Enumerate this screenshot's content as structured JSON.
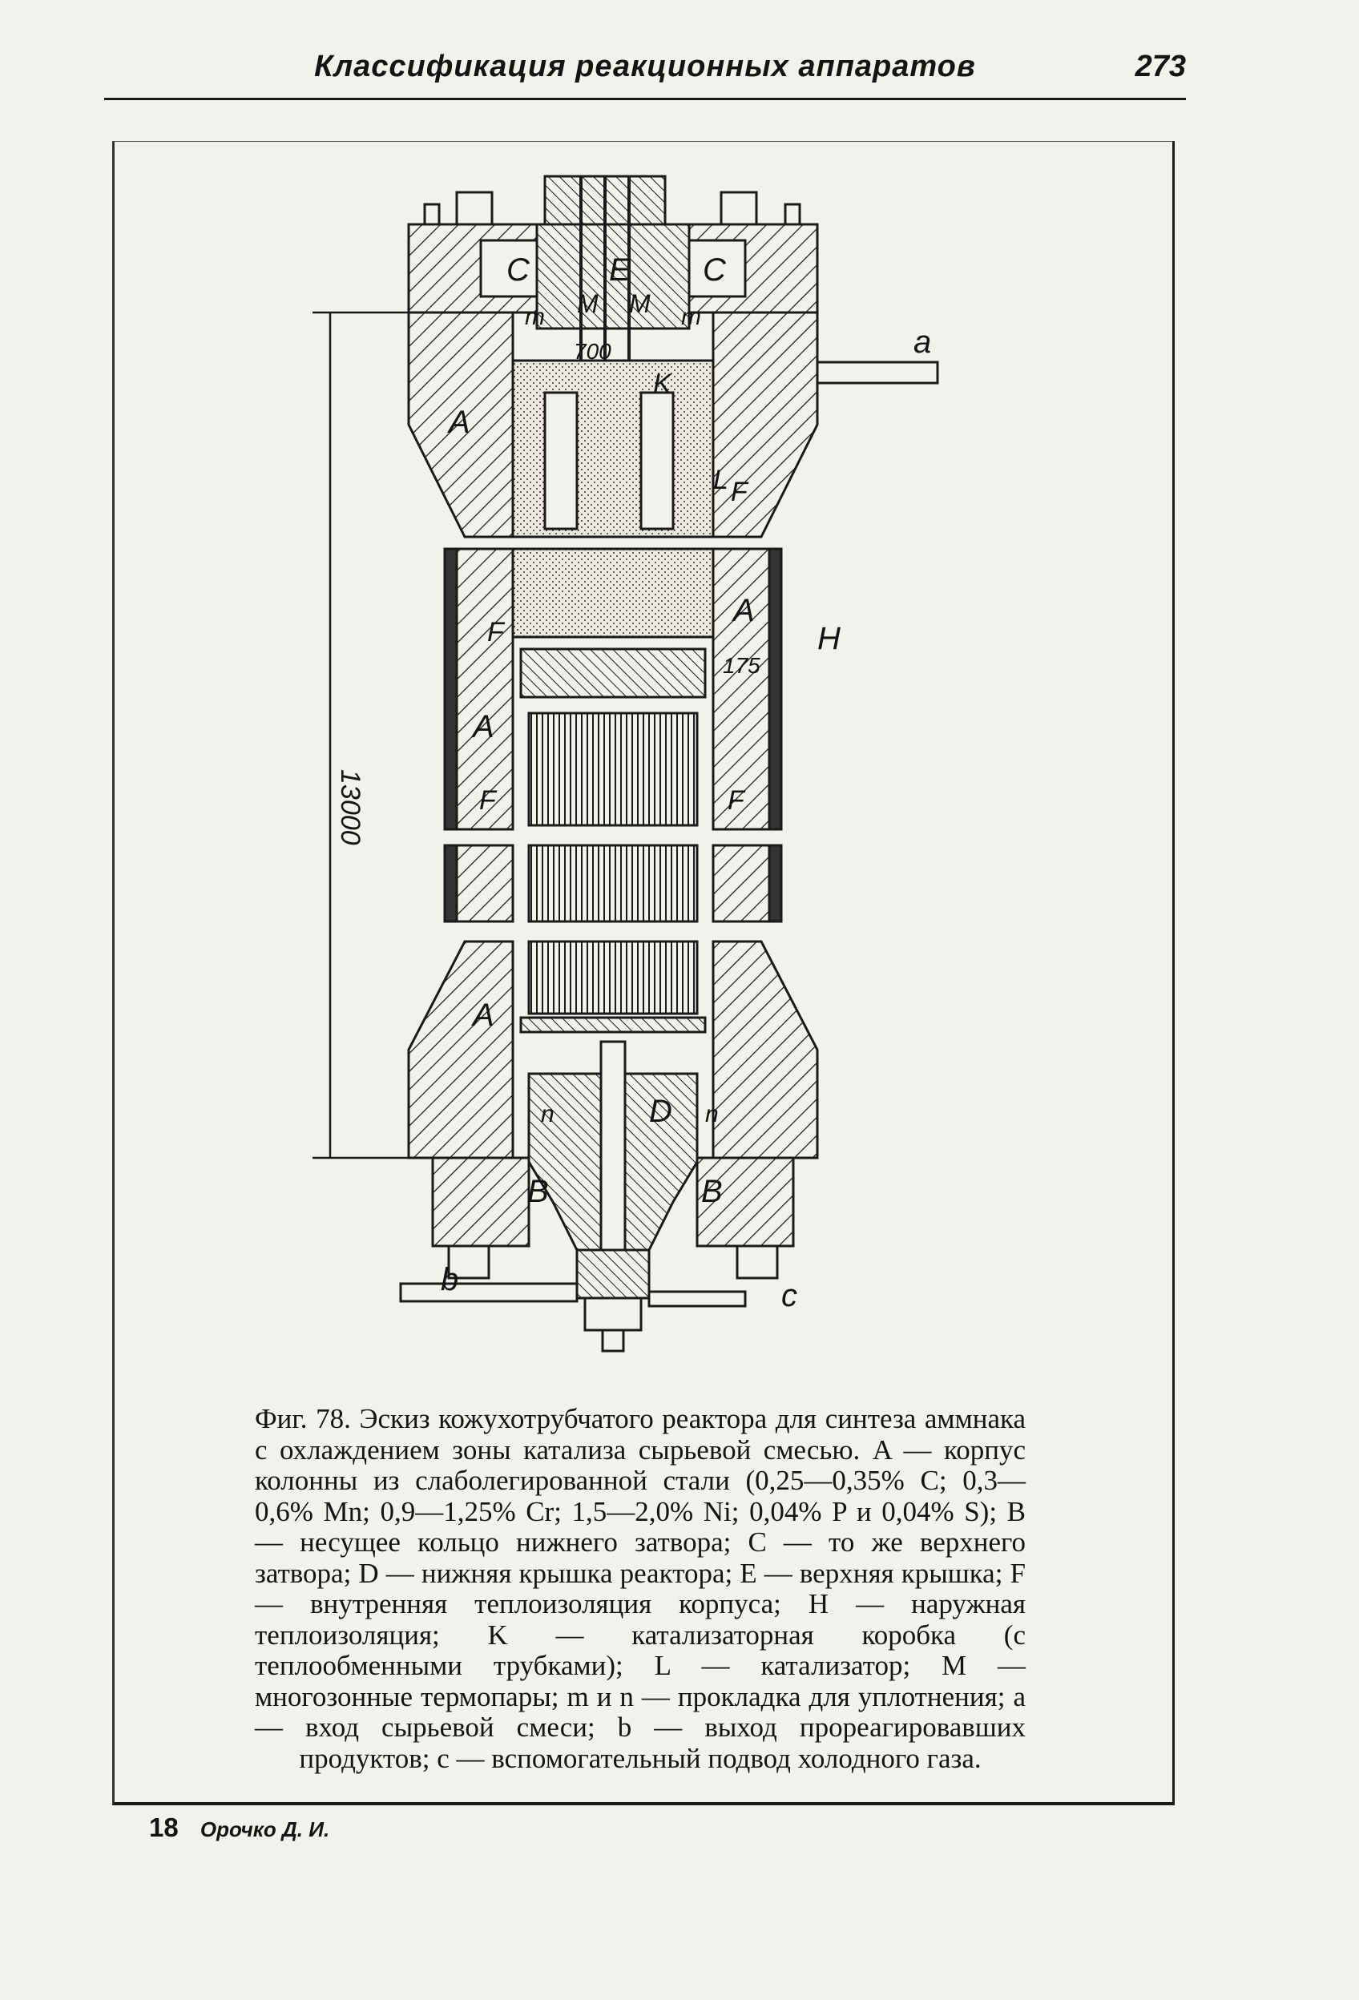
{
  "header": {
    "running_title": "Классификация реакционных аппаратов",
    "page_number": "273"
  },
  "figure": {
    "labels": {
      "A": "A",
      "B": "B",
      "C": "C",
      "D": "D",
      "E": "E",
      "F": "F",
      "H": "H",
      "K": "K",
      "L": "L",
      "M": "M",
      "m": "m",
      "n": "n",
      "a": "a",
      "b": "b",
      "c": "c"
    },
    "dimensions": {
      "height": "13000",
      "diameter": "700",
      "wall": "175"
    }
  },
  "caption": {
    "label": "Фиг. 78.",
    "text": "Эскиз кожухотрубчатого реактора для синтеза аммнака с охлаждением зоны катализа сырьевой смесью. A — корпус колонны из слаболегированной стали (0,25—0,35% C; 0,3—0,6% Mn; 0,9—1,25% Cr; 1,5—2,0% Ni; 0,04% P и 0,04% S); B — несущее кольцо нижнего затвора; C — то же верхнего затвора; D — нижняя крышка реактора; E — верхняя крышка; F — внутренняя теплоизоляция корпуса; H — наружная теплоизоляция; K — катализаторная коробка (с теплообменными трубками); L — катализатор; M — многозонные термопары; m и n — прокладка для уплотнения; a — вход сырьевой смеси; b — выход прореагировавших продуктов; c — вспомогательный подвод холодного газа."
  },
  "footer": {
    "signature": "18",
    "author": "Орочко Д. И."
  }
}
